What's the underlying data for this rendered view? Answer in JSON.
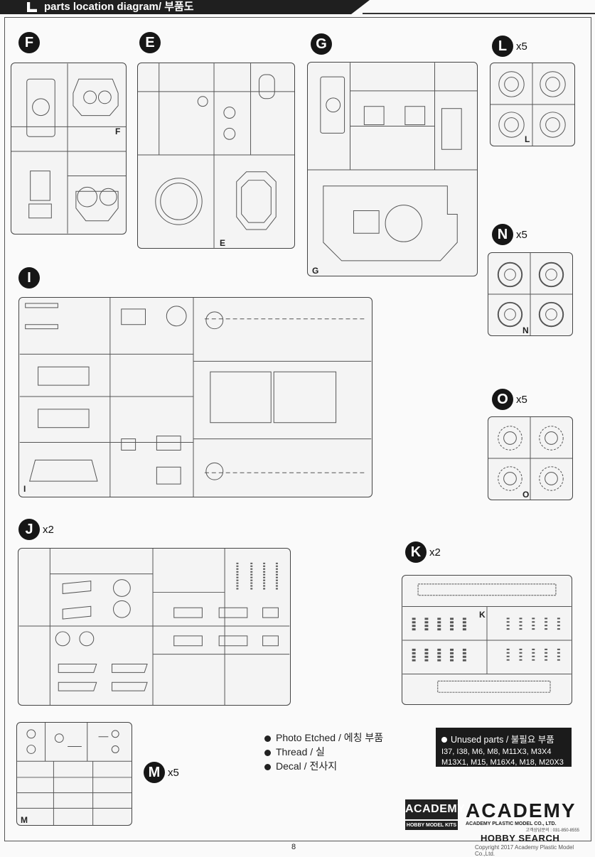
{
  "header": {
    "title": "parts location diagram/ 부품도"
  },
  "sprues": {
    "F": {
      "label": "F",
      "corner": "F",
      "multiplier": ""
    },
    "E": {
      "label": "E",
      "corner": "E",
      "multiplier": ""
    },
    "G": {
      "label": "G",
      "corner": "G",
      "multiplier": ""
    },
    "L": {
      "label": "L",
      "corner": "L",
      "multiplier": "x5"
    },
    "N": {
      "label": "N",
      "corner": "N",
      "multiplier": "x5"
    },
    "O": {
      "label": "O",
      "corner": "O",
      "multiplier": "x5"
    },
    "I": {
      "label": "I",
      "corner": "I",
      "multiplier": ""
    },
    "J": {
      "label": "J",
      "corner": "",
      "multiplier": "x2"
    },
    "K": {
      "label": "K",
      "corner": "K",
      "multiplier": "x2"
    },
    "M": {
      "label": "M",
      "corner": "M",
      "multiplier": "x5"
    }
  },
  "legend": {
    "photo_etched": "Photo Etched / 에칭 부품",
    "thread": "Thread / 실",
    "decal": "Decal / 전사지"
  },
  "unused": {
    "title": "Unused parts / 불필요 부품",
    "line1": "I37, I38, M6, M8, M11X3, M3X4",
    "line2": "M13X1, M15, M16X4, M18, M20X3"
  },
  "logo": {
    "box_top": "ACADEMY",
    "box_sub": "HOBBY MODEL KITS"
  },
  "brand": {
    "name": "ACADEMY",
    "company": "ACADEMY PLASTIC MODEL CO., LTD.",
    "tel": "고객상담문의 : 031-850-8555"
  },
  "watermark": "HOBBY SEARCH",
  "copyright": "Copyright 2017 Academy Plastic Model Co.,Ltd.",
  "page_number": "8"
}
